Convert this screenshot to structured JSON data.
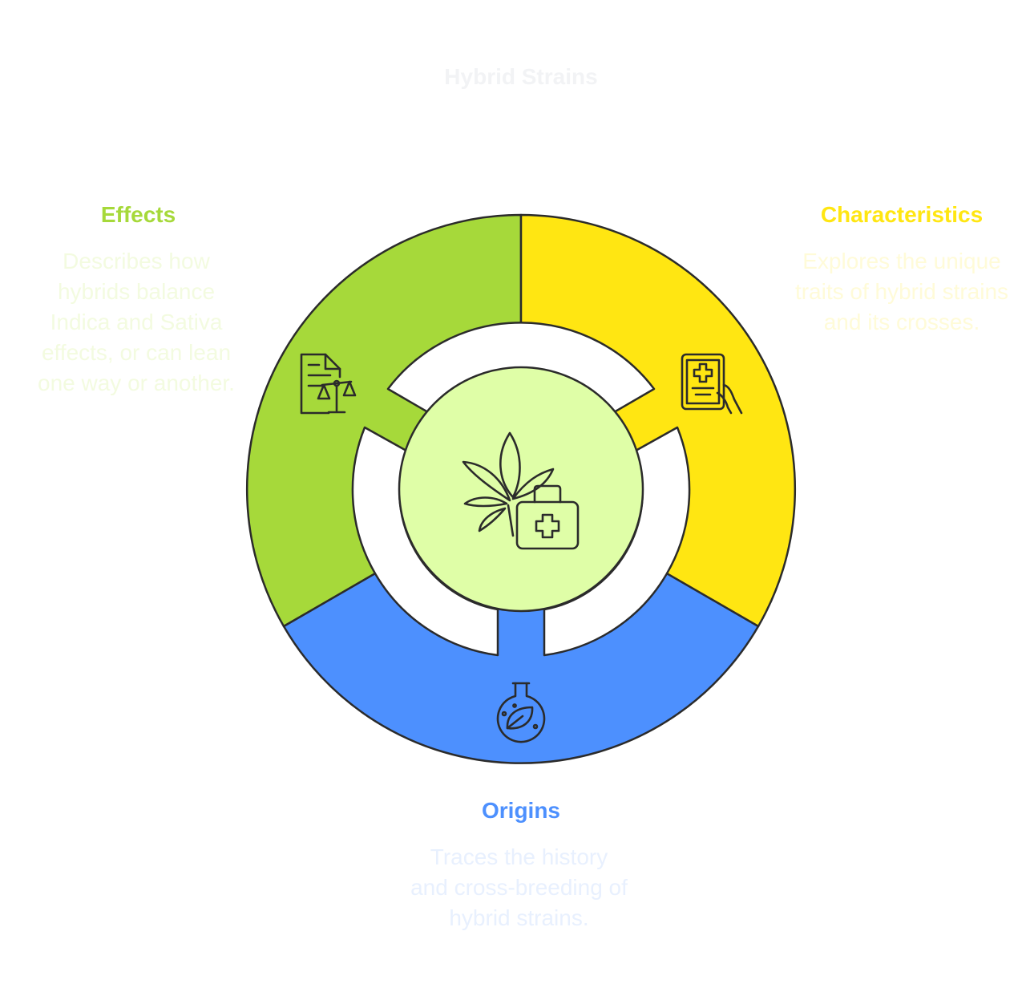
{
  "title": "Hybrid Strains",
  "colors": {
    "effects": "#a6d93a",
    "characteristics": "#ffe612",
    "origins": "#4d90fe",
    "center": "#dffea7",
    "outline": "#2b2b2b",
    "title_text": "#f2f3f5",
    "effects_desc_text": "#f3fbe0",
    "characteristics_desc_text": "#fffbd8",
    "origins_desc_text": "#e8f0fe"
  },
  "sections": {
    "effects": {
      "title": "Effects",
      "description": "Describes how hybrids balance Indica and Sativa effects, or can lean one way or another.",
      "icon": "balance-scale-document-icon"
    },
    "characteristics": {
      "title": "Characteristics",
      "description": "Explores the unique traits of hybrid strains and its crosses.",
      "icon": "medical-tablet-icon"
    },
    "origins": {
      "title": "Origins",
      "description": "Traces the history and cross-breeding of hybrid strains.",
      "icon": "flask-leaf-icon"
    }
  },
  "center": {
    "icon": "cannabis-leaf-medkit-icon"
  }
}
